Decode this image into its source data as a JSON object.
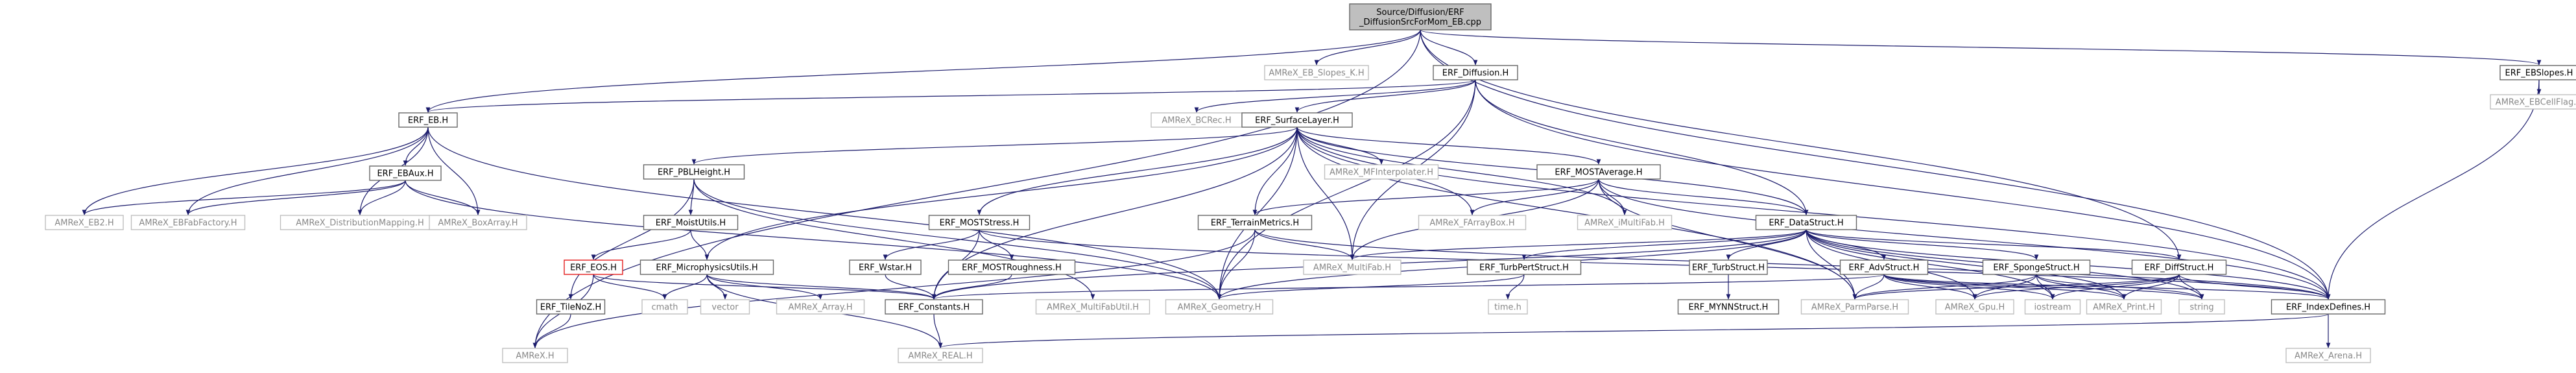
{
  "nodes": {
    "root": "Source/Diffusion/ERF\n_DiffusionSrcForMom_EB.cpp",
    "eb_slopes_k": "AMReX_EB_Slopes_K.H",
    "erf_diffusion": "ERF_Diffusion.H",
    "erf_ebslopes": "ERF_EBSlopes.H",
    "ebcellflag": "AMReX_EBCellFlag.H",
    "erf_eb": "ERF_EB.H",
    "bcrec": "AMReX_BCRec.H",
    "surfacelayer": "ERF_SurfaceLayer.H",
    "ebaux": "ERF_EBAux.H",
    "eb2": "AMReX_EB2.H",
    "ebfabfactory": "AMReX_EBFabFactory.H",
    "distmapping": "AMReX_DistributionMapping.H",
    "boxarray": "AMReX_BoxArray.H",
    "pblheight": "ERF_PBLHeight.H",
    "mfinterpolater": "AMReX_MFInterpolater.H",
    "mostaverage": "ERF_MOSTAverage.H",
    "moistutils": "ERF_MoistUtils.H",
    "moststress": "ERF_MOSTStress.H",
    "terrainmetrics": "ERF_TerrainMetrics.H",
    "farraybox": "AMReX_FArrayBox.H",
    "imultifab": "AMReX_iMultiFab.H",
    "datastruct": "ERF_DataStruct.H",
    "eos": "ERF_EOS.H",
    "microutils": "ERF_MicrophysicsUtils.H",
    "wstar": "ERF_Wstar.H",
    "mostroughness": "ERF_MOSTRoughness.H",
    "multifab": "AMReX_MultiFab.H",
    "turbpertstruct": "ERF_TurbPertStruct.H",
    "turbstruct": "ERF_TurbStruct.H",
    "advstruct": "ERF_AdvStruct.H",
    "spongestruct": "ERF_SpongeStruct.H",
    "diffstruct": "ERF_DiffStruct.H",
    "tilenoz": "ERF_TileNoZ.H",
    "cmath": "cmath",
    "vector": "vector",
    "array": "AMReX_Array.H",
    "constants": "ERF_Constants.H",
    "multifabutil": "AMReX_MultiFabUtil.H",
    "geometry": "AMReX_Geometry.H",
    "time": "time.h",
    "mynnstruct": "ERF_MYNNStruct.H",
    "parmparse": "AMReX_ParmParse.H",
    "gpu": "AMReX_Gpu.H",
    "iostream": "iostream",
    "print": "AMReX_Print.H",
    "string": "string",
    "indexdefines": "ERF_IndexDefines.H",
    "amrex": "AMReX.H",
    "real": "AMReX_REAL.H",
    "arena": "AMReX_Arena.H"
  },
  "edges": [
    [
      "root",
      "eb_slopes_k"
    ],
    [
      "root",
      "erf_diffusion"
    ],
    [
      "root",
      "erf_ebslopes"
    ],
    [
      "root",
      "erf_eb"
    ],
    [
      "root",
      "amrex"
    ],
    [
      "root",
      "indexdefines"
    ],
    [
      "root",
      "diffstruct"
    ],
    [
      "erf_ebslopes",
      "ebcellflag"
    ],
    [
      "erf_ebslopes",
      "indexdefines"
    ],
    [
      "erf_diffusion",
      "erf_eb"
    ],
    [
      "erf_diffusion",
      "bcrec"
    ],
    [
      "erf_diffusion",
      "surfacelayer"
    ],
    [
      "erf_diffusion",
      "datastruct"
    ],
    [
      "erf_diffusion",
      "indexdefines"
    ],
    [
      "erf_diffusion",
      "geometry"
    ],
    [
      "erf_diffusion",
      "multifab"
    ],
    [
      "erf_eb",
      "ebaux"
    ],
    [
      "erf_eb",
      "eb2"
    ],
    [
      "erf_eb",
      "ebfabfactory"
    ],
    [
      "erf_eb",
      "distmapping"
    ],
    [
      "erf_eb",
      "boxarray"
    ],
    [
      "erf_eb",
      "geometry"
    ],
    [
      "ebaux",
      "eb2"
    ],
    [
      "ebaux",
      "ebfabfactory"
    ],
    [
      "ebaux",
      "distmapping"
    ],
    [
      "ebaux",
      "boxarray"
    ],
    [
      "ebaux",
      "geometry"
    ],
    [
      "surfacelayer",
      "pblheight"
    ],
    [
      "surfacelayer",
      "mfinterpolater"
    ],
    [
      "surfacelayer",
      "mostaverage"
    ],
    [
      "surfacelayer",
      "moststress"
    ],
    [
      "surfacelayer",
      "terrainmetrics"
    ],
    [
      "surfacelayer",
      "farraybox"
    ],
    [
      "surfacelayer",
      "imultifab"
    ],
    [
      "surfacelayer",
      "datastruct"
    ],
    [
      "surfacelayer",
      "microutils"
    ],
    [
      "surfacelayer",
      "constants"
    ],
    [
      "surfacelayer",
      "geometry"
    ],
    [
      "surfacelayer",
      "multifab"
    ],
    [
      "surfacelayer",
      "parmparse"
    ],
    [
      "surfacelayer",
      "indexdefines"
    ],
    [
      "pblheight",
      "moistutils"
    ],
    [
      "pblheight",
      "tilenoz"
    ],
    [
      "pblheight",
      "multifabutil"
    ],
    [
      "pblheight",
      "geometry"
    ],
    [
      "moistutils",
      "eos"
    ],
    [
      "moistutils",
      "microutils"
    ],
    [
      "mostaverage",
      "terrainmetrics"
    ],
    [
      "mostaverage",
      "farraybox"
    ],
    [
      "mostaverage",
      "imultifab"
    ],
    [
      "mostaverage",
      "datastruct"
    ],
    [
      "mostaverage",
      "multifab"
    ],
    [
      "mostaverage",
      "parmparse"
    ],
    [
      "mostaverage",
      "indexdefines"
    ],
    [
      "moststress",
      "wstar"
    ],
    [
      "moststress",
      "mostroughness"
    ],
    [
      "moststress",
      "constants"
    ],
    [
      "moststress",
      "indexdefines"
    ],
    [
      "terrainmetrics",
      "multifab"
    ],
    [
      "terrainmetrics",
      "geometry"
    ],
    [
      "terrainmetrics",
      "indexdefines"
    ],
    [
      "terrainmetrics",
      "amrex"
    ],
    [
      "datastruct",
      "multifab"
    ],
    [
      "datastruct",
      "turbpertstruct"
    ],
    [
      "datastruct",
      "turbstruct"
    ],
    [
      "datastruct",
      "advstruct"
    ],
    [
      "datastruct",
      "spongestruct"
    ],
    [
      "datastruct",
      "diffstruct"
    ],
    [
      "datastruct",
      "parmparse"
    ],
    [
      "datastruct",
      "gpu"
    ],
    [
      "datastruct",
      "iostream"
    ],
    [
      "datastruct",
      "print"
    ],
    [
      "datastruct",
      "string"
    ],
    [
      "datastruct",
      "indexdefines"
    ],
    [
      "datastruct",
      "geometry"
    ],
    [
      "datastruct",
      "constants"
    ],
    [
      "eos",
      "constants"
    ],
    [
      "eos",
      "cmath"
    ],
    [
      "eos",
      "amrex"
    ],
    [
      "microutils",
      "cmath"
    ],
    [
      "microutils",
      "vector"
    ],
    [
      "microutils",
      "array"
    ],
    [
      "microutils",
      "constants"
    ],
    [
      "microutils",
      "real"
    ],
    [
      "wstar",
      "constants"
    ],
    [
      "mostroughness",
      "constants"
    ],
    [
      "turbpertstruct",
      "time"
    ],
    [
      "turbpertstruct",
      "geometry"
    ],
    [
      "turbstruct",
      "mynnstruct"
    ],
    [
      "advstruct",
      "parmparse"
    ],
    [
      "advstruct",
      "gpu"
    ],
    [
      "advstruct",
      "iostream"
    ],
    [
      "advstruct",
      "print"
    ],
    [
      "advstruct",
      "string"
    ],
    [
      "advstruct",
      "indexdefines"
    ],
    [
      "advstruct",
      "constants"
    ],
    [
      "spongestruct",
      "parmparse"
    ],
    [
      "spongestruct",
      "gpu"
    ],
    [
      "spongestruct",
      "iostream"
    ],
    [
      "spongestruct",
      "print"
    ],
    [
      "spongestruct",
      "string"
    ],
    [
      "diffstruct",
      "parmparse"
    ],
    [
      "diffstruct",
      "gpu"
    ],
    [
      "diffstruct",
      "iostream"
    ],
    [
      "diffstruct",
      "print"
    ],
    [
      "diffstruct",
      "string"
    ],
    [
      "diffstruct",
      "indexdefines"
    ],
    [
      "tilenoz",
      "amrex"
    ],
    [
      "constants",
      "real"
    ],
    [
      "indexdefines",
      "real"
    ],
    [
      "indexdefines",
      "arena"
    ]
  ]
}
